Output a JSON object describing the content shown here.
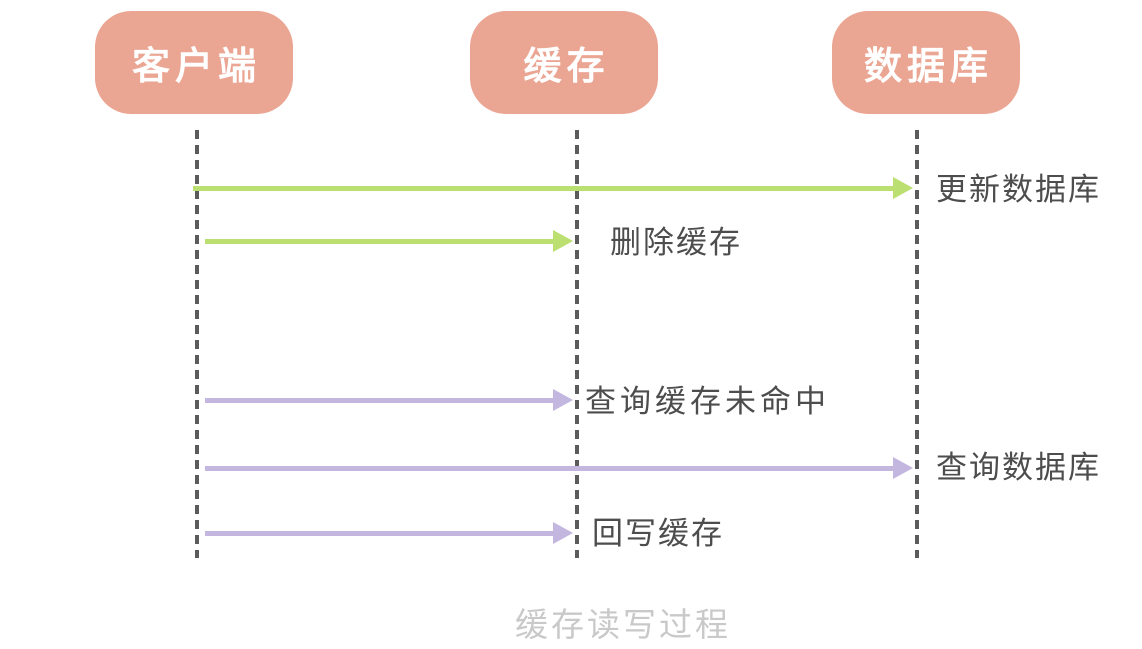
{
  "diagram": {
    "caption": "缓存读写过程",
    "actors": [
      {
        "id": "client",
        "label": "客户端"
      },
      {
        "id": "cache",
        "label": "缓存"
      },
      {
        "id": "database",
        "label": "数据库"
      }
    ],
    "messages": [
      {
        "label": "更新数据库",
        "from": "client",
        "to": "database",
        "kind": "write"
      },
      {
        "label": "删除缓存",
        "from": "client",
        "to": "cache",
        "kind": "write"
      },
      {
        "label": "查询缓存未命中",
        "from": "client",
        "to": "cache",
        "kind": "read"
      },
      {
        "label": "查询数据库",
        "from": "client",
        "to": "database",
        "kind": "read"
      },
      {
        "label": "回写缓存",
        "from": "client",
        "to": "cache",
        "kind": "read"
      }
    ],
    "colors": {
      "actor_bg": "#EBA593",
      "actor_text": "#FFFFFF",
      "write_arrow": "#BBDF70",
      "read_arrow": "#C3B7E0",
      "lifeline": "#5B5B5B",
      "label_text": "#4D4D4D",
      "caption_text": "#C9C9C9"
    }
  }
}
